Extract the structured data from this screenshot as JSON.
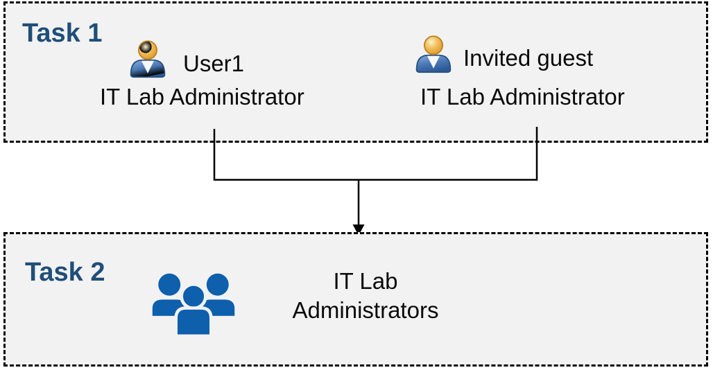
{
  "diagram": {
    "tasks": {
      "task1": {
        "label": "Task 1",
        "persons": [
          {
            "name": "User1",
            "role": "IT Lab Administrator",
            "icon": "user-icon"
          },
          {
            "name": "Invited guest",
            "role": "IT Lab Administrator",
            "icon": "user-icon"
          }
        ]
      },
      "task2": {
        "label": "Task 2",
        "group": {
          "name": "IT Lab Administrators",
          "label_line1": "IT Lab",
          "label_line2": "Administrators",
          "icon": "group-icon"
        }
      }
    },
    "colors": {
      "task_label_blue": "#1F4E79",
      "box_background": "#F2F2F2",
      "box_border": "#000000",
      "connector": "#000000",
      "group_icon_blue": "#0E5FAC",
      "person_body_blue": "#3D6FB2",
      "person_head_gold": "#E8A93D",
      "text": "#0a0a0a"
    }
  }
}
